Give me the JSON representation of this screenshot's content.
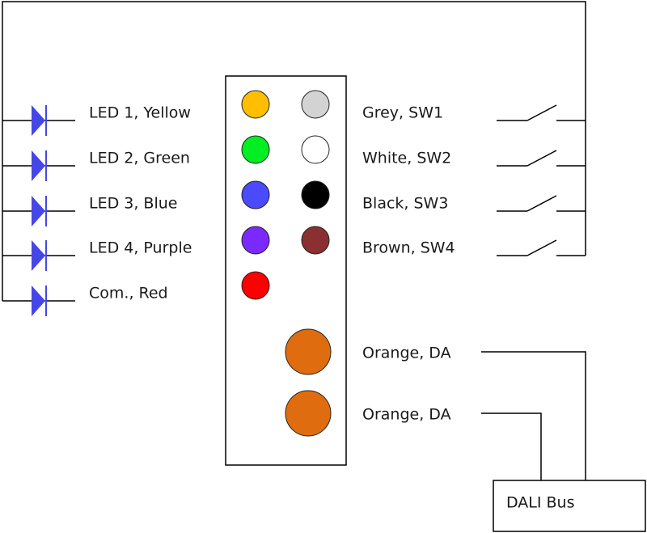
{
  "led_labels": [
    "LED 1, Yellow",
    "LED 2, Green",
    "LED 3, Blue",
    "LED 4, Purple",
    "Com., Red"
  ],
  "switch_labels": [
    "Grey, SW1",
    "White, SW2",
    "Black, SW3",
    "Brown, SW4"
  ],
  "dali_labels": [
    "Orange, DA",
    "Orange, DA"
  ],
  "bus_label": "DALI Bus",
  "colors": {
    "line": "#000000",
    "diode": "#4646e8",
    "wire_left": [
      "#ffbf00",
      "#00ee22",
      "#4a4aff",
      "#7a2aff",
      "#ff0000"
    ],
    "wire_right": [
      "#d3d3d3",
      "#ffffff",
      "#000000",
      "#8b3030"
    ],
    "wire_dali": [
      "#e06c10",
      "#e06c10"
    ]
  }
}
